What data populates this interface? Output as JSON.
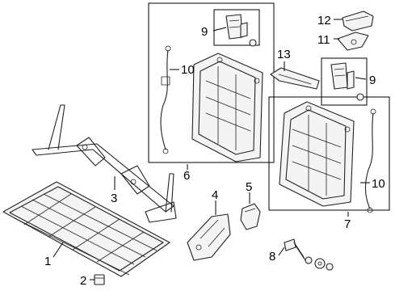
{
  "callouts": {
    "c1": "1",
    "c2": "2",
    "c3": "3",
    "c4": "4",
    "c5": "5",
    "c6": "6",
    "c7": "7",
    "c8": "8",
    "c9a": "9",
    "c9b": "9",
    "c10a": "10",
    "c10b": "10",
    "c11": "11",
    "c12": "12",
    "c13": "13"
  }
}
